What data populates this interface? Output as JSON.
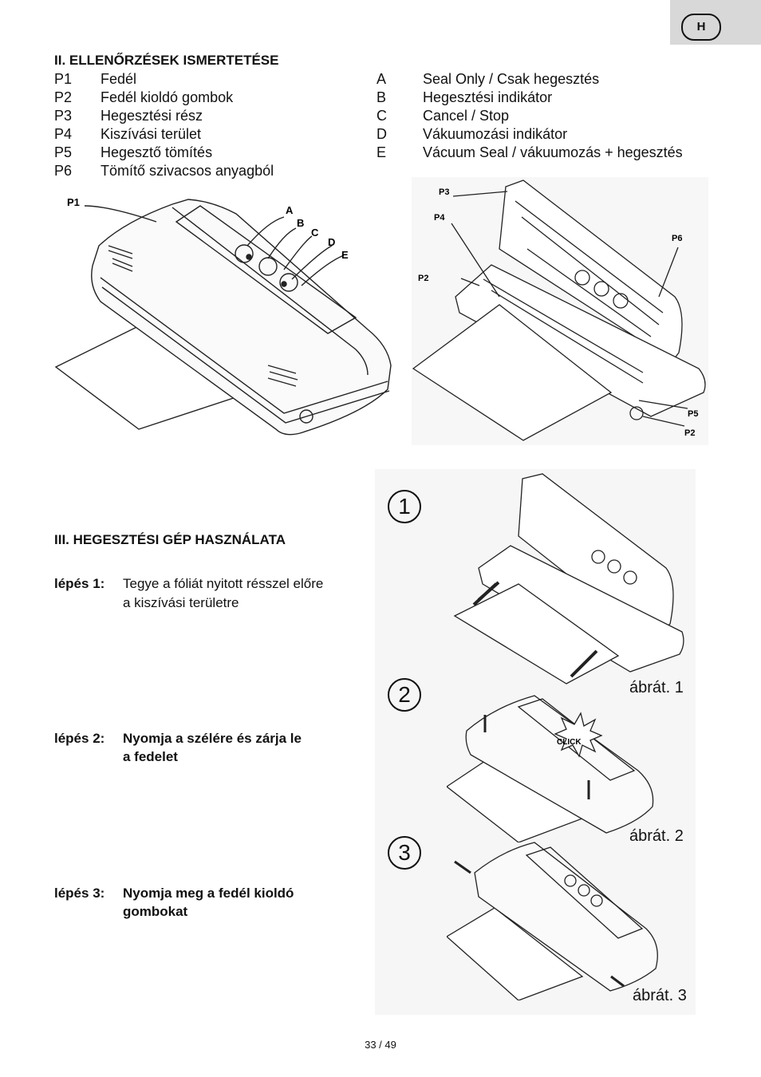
{
  "lang_tab": "H",
  "section2": {
    "title": "II. ELLENŐRZÉSEK ISMERTETÉSE",
    "left_items": [
      {
        "code": "P1",
        "text": "Fedél"
      },
      {
        "code": "P2",
        "text": "Fedél kioldó gombok"
      },
      {
        "code": "P3",
        "text": "Hegesztési rész"
      },
      {
        "code": "P4",
        "text": "Kiszívási terület"
      },
      {
        "code": "P5",
        "text": "Hegesztő tömítés"
      },
      {
        "code": "P6",
        "text": "Tömítő szivacsos anyagból"
      }
    ],
    "right_items": [
      {
        "code": "A",
        "text": "Seal Only / Csak hegesztés"
      },
      {
        "code": "B",
        "text": "Hegesztési indikátor"
      },
      {
        "code": "C",
        "text": "Cancel / Stop"
      },
      {
        "code": "D",
        "text": "Vákuumozási indikátor"
      },
      {
        "code": "E",
        "text": "Vácuum Seal / vákuumozás + hegesztés"
      }
    ]
  },
  "fig_closed_labels": {
    "p1": "P1",
    "a": "A",
    "b": "B",
    "c": "C",
    "d": "D",
    "e": "E"
  },
  "fig_open_labels": {
    "p3": "P3",
    "p4": "P4",
    "p6": "P6",
    "p2a": "P2",
    "p5": "P5",
    "p2b": "P2"
  },
  "section3": {
    "title": "III. HEGESZTÉSI GÉP HASZNÁLATA",
    "steps": [
      {
        "label": "lépés 1:",
        "line1": "Tegye a fóliát nyitott résszel előre",
        "line2": "a kiszívási területre"
      },
      {
        "label": "lépés 2:",
        "line1": "Nyomja a szélére és zárja le",
        "line2": "a fedelet"
      },
      {
        "label": "lépés 3:",
        "line1": "Nyomja meg a fedél kioldó",
        "line2": "gombokat"
      }
    ]
  },
  "figures": {
    "nums": [
      "1",
      "2",
      "3"
    ],
    "captions": [
      "ábrát. 1",
      "ábrát. 2",
      "ábrát. 3"
    ],
    "click": "CLICK"
  },
  "footer": {
    "page": "33 / 49"
  }
}
